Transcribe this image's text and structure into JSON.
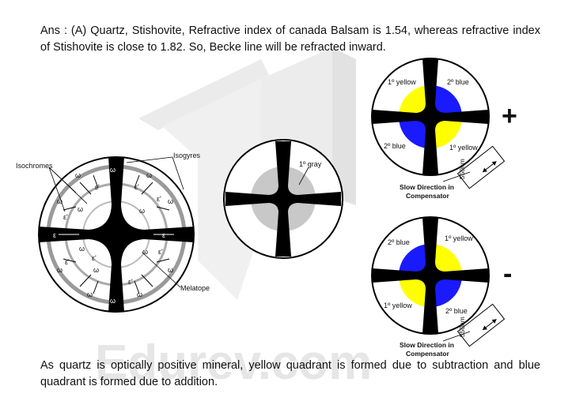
{
  "text": {
    "answer": "Ans : (A) Quartz, Stishovite, Refractive index of canada Balsam is 1.54, whereas refractive index of Stishovite is close to 1.82. So, Becke line will be refracted inward.",
    "explanation": "As quartz is optically positive mineral, yellow quadrant is formed due to subtraction and blue quadrant is formed due to addition."
  },
  "watermark": "Edurev.com",
  "figure_left": {
    "isochromes": "Isochromes",
    "isogyres": "Isogyres",
    "melatope": "Melatope",
    "omega": "ω",
    "epsilon": "ε",
    "epsilon_prime": "ε'"
  },
  "figure_middle": {
    "gray": "1º gray"
  },
  "figure_plus": {
    "tl": "1º yellow",
    "tr": "2º blue",
    "bl": "2º blue",
    "br": "1º yellow",
    "compensator": "550nm",
    "caption_line1": "Slow Direction in",
    "caption_line2": "Compensator",
    "sign": "+"
  },
  "figure_minus": {
    "tl": "2º blue",
    "tr": "1º yellow",
    "bl": "1º yellow",
    "br": "2º blue",
    "compensator": "550nm",
    "caption_line1": "Slow Direction in",
    "caption_line2": "Compensator",
    "sign": "-"
  },
  "colors": {
    "yellow": "#ffff00",
    "blue": "#1a1aff",
    "gray": "#c8c8c8",
    "black": "#000000"
  }
}
